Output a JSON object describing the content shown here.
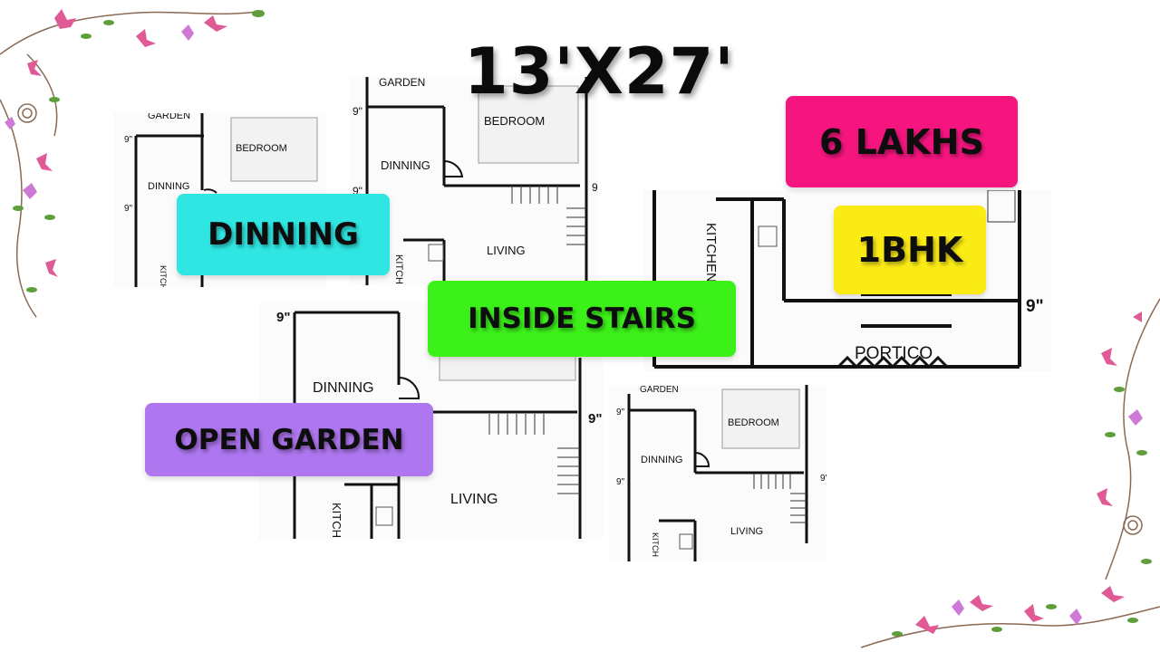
{
  "title": "13'X27'",
  "badges": {
    "price": "6 LAKHS",
    "bhk": "1BHK",
    "dinning": "DINNING",
    "stairs": "INSIDE STAIRS",
    "garden": "OPEN GARDEN"
  },
  "colors": {
    "price": "#f6157f",
    "bhk": "#fbeb15",
    "dinning": "#2fe6e2",
    "stairs": "#3cf11a",
    "garden": "#ae76ef"
  },
  "plan_labels": {
    "garden": "GARDEN",
    "bedroom": "BEDROOM",
    "dinning": "DINNING",
    "living": "LIVING",
    "kitchen": "KITCH",
    "kitchen_full": "KITCHEN",
    "portico": "PORTICO",
    "wall": "9\""
  }
}
